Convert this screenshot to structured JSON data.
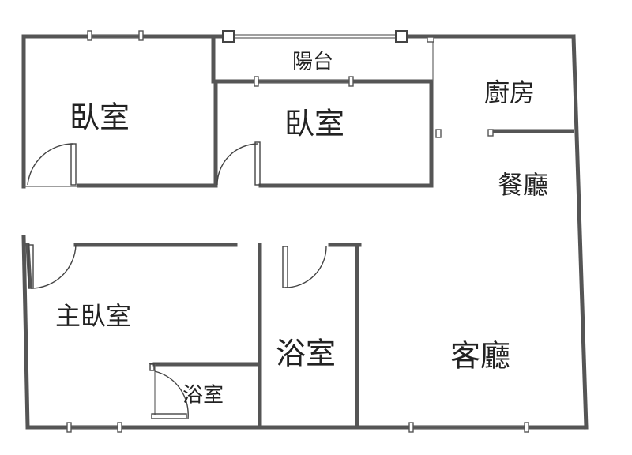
{
  "rooms": {
    "bedroom_left": "臥室",
    "balcony": "陽台",
    "bedroom_middle": "臥室",
    "kitchen": "廚房",
    "dining": "餐廳",
    "master_bedroom": "主臥室",
    "bathroom_main": "浴室",
    "bathroom_ensuite": "浴室",
    "living_room": "客廳"
  },
  "colors": {
    "wall": "#555555",
    "background": "#ffffff",
    "text": "#222222"
  }
}
